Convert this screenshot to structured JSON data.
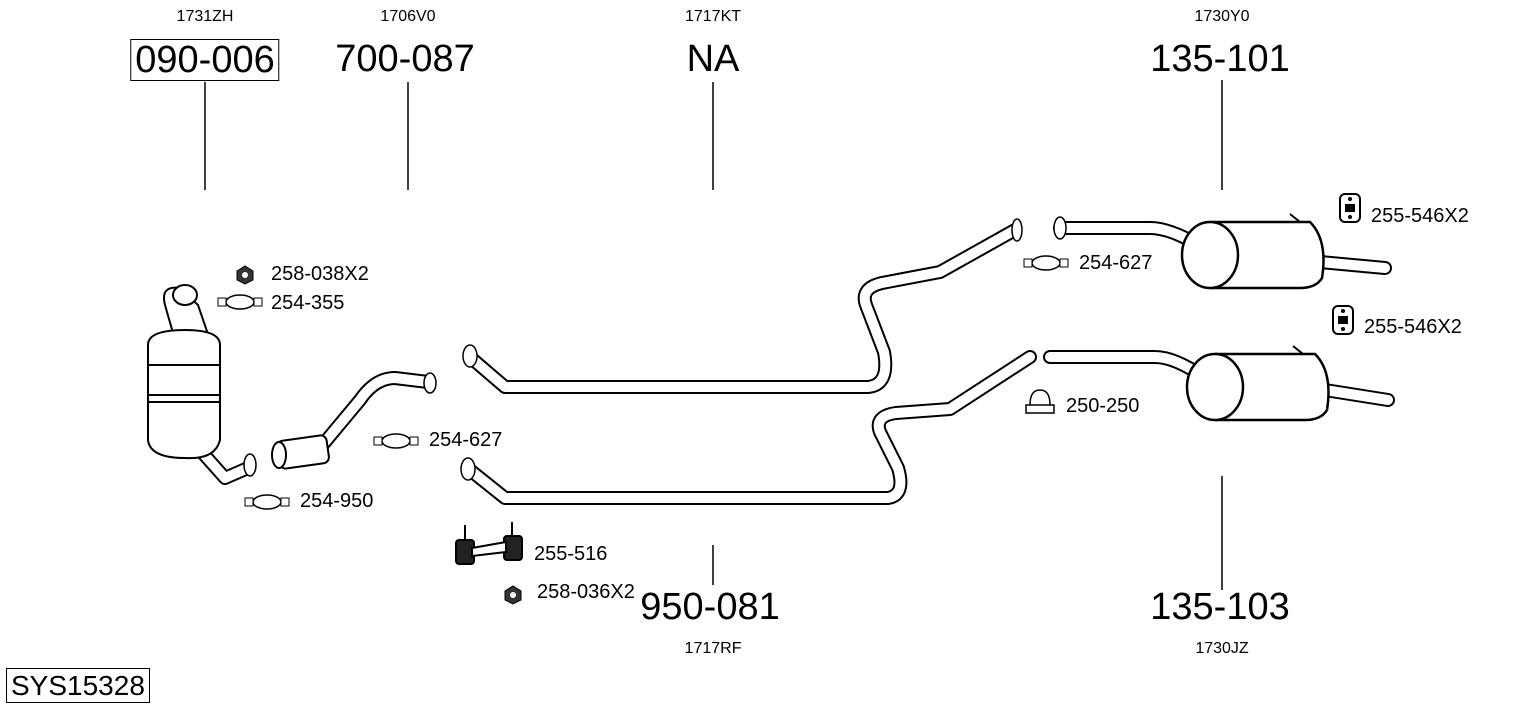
{
  "system_id": "SYS15328",
  "parts": {
    "cat": {
      "code": "1731ZH",
      "number": "090-006"
    },
    "front_pipe": {
      "code": "1706V0",
      "number": "700-087"
    },
    "mid_pipe_top": {
      "code": "1717KT",
      "number": "NA"
    },
    "rear_top": {
      "code": "1730Y0",
      "number": "135-101"
    },
    "mid_pipe_bottom": {
      "code": "1717RF",
      "number": "950-081"
    },
    "rear_bottom": {
      "code": "1730JZ",
      "number": "135-103"
    }
  },
  "accessories": [
    {
      "label": "258-038X2",
      "icon": "nut-icon"
    },
    {
      "label": "254-355",
      "icon": "clamp-icon"
    },
    {
      "label": "254-627",
      "icon": "clamp-icon"
    },
    {
      "label": "254-950",
      "icon": "clamp-icon"
    },
    {
      "label": "255-516",
      "icon": "bracket-icon"
    },
    {
      "label": "258-036X2",
      "icon": "nut-icon"
    },
    {
      "label": "254-627",
      "icon": "clamp-icon"
    },
    {
      "label": "255-546X2",
      "icon": "rubber-hanger-icon"
    },
    {
      "label": "255-546X2",
      "icon": "rubber-hanger-icon"
    },
    {
      "label": "250-250",
      "icon": "u-clamp-icon"
    }
  ]
}
